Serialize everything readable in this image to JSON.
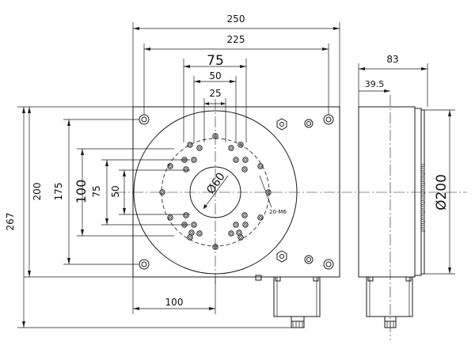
{
  "dimensions": {
    "width_250": "250",
    "width_225": "225",
    "pitch_75": "75",
    "pitch_50": "50",
    "pitch_25": "25",
    "side_depth_83": "83",
    "side_offset_39_5": "39.5",
    "height_200": "200",
    "height_175": "175",
    "vertical_100": "100",
    "vertical_75": "75",
    "vertical_50": "50",
    "overall_267": "267",
    "bottom_100": "100",
    "bore_dia_60": "Ø60",
    "table_dia_200": "Ø200",
    "thread_callout": "20-M6"
  },
  "views": [
    "front-view",
    "side-view"
  ],
  "colors": {
    "line": "#1a1a1a",
    "background": "#ffffff"
  }
}
